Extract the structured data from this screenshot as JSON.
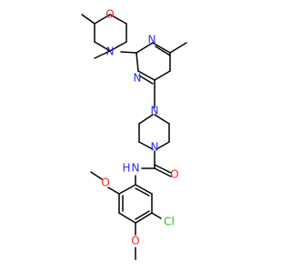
{
  "molecule": {
    "atom_colors": {
      "N": "#2b2bff",
      "O": "#ff2020",
      "Cl": "#22c022",
      "C": "#000000"
    },
    "labels": {
      "morpholine_o": "O",
      "morpholine_n": "N",
      "pyrimidine_n1": "N",
      "pyrimidine_n3": "N",
      "piperazine_n4": "N",
      "piperazine_n1": "N",
      "carbonyl_o": "O",
      "amide_nh": "N",
      "amide_h": "H",
      "methoxy_o_ortho": "O",
      "methoxy_o_para": "O",
      "chloro": "Cl"
    }
  }
}
